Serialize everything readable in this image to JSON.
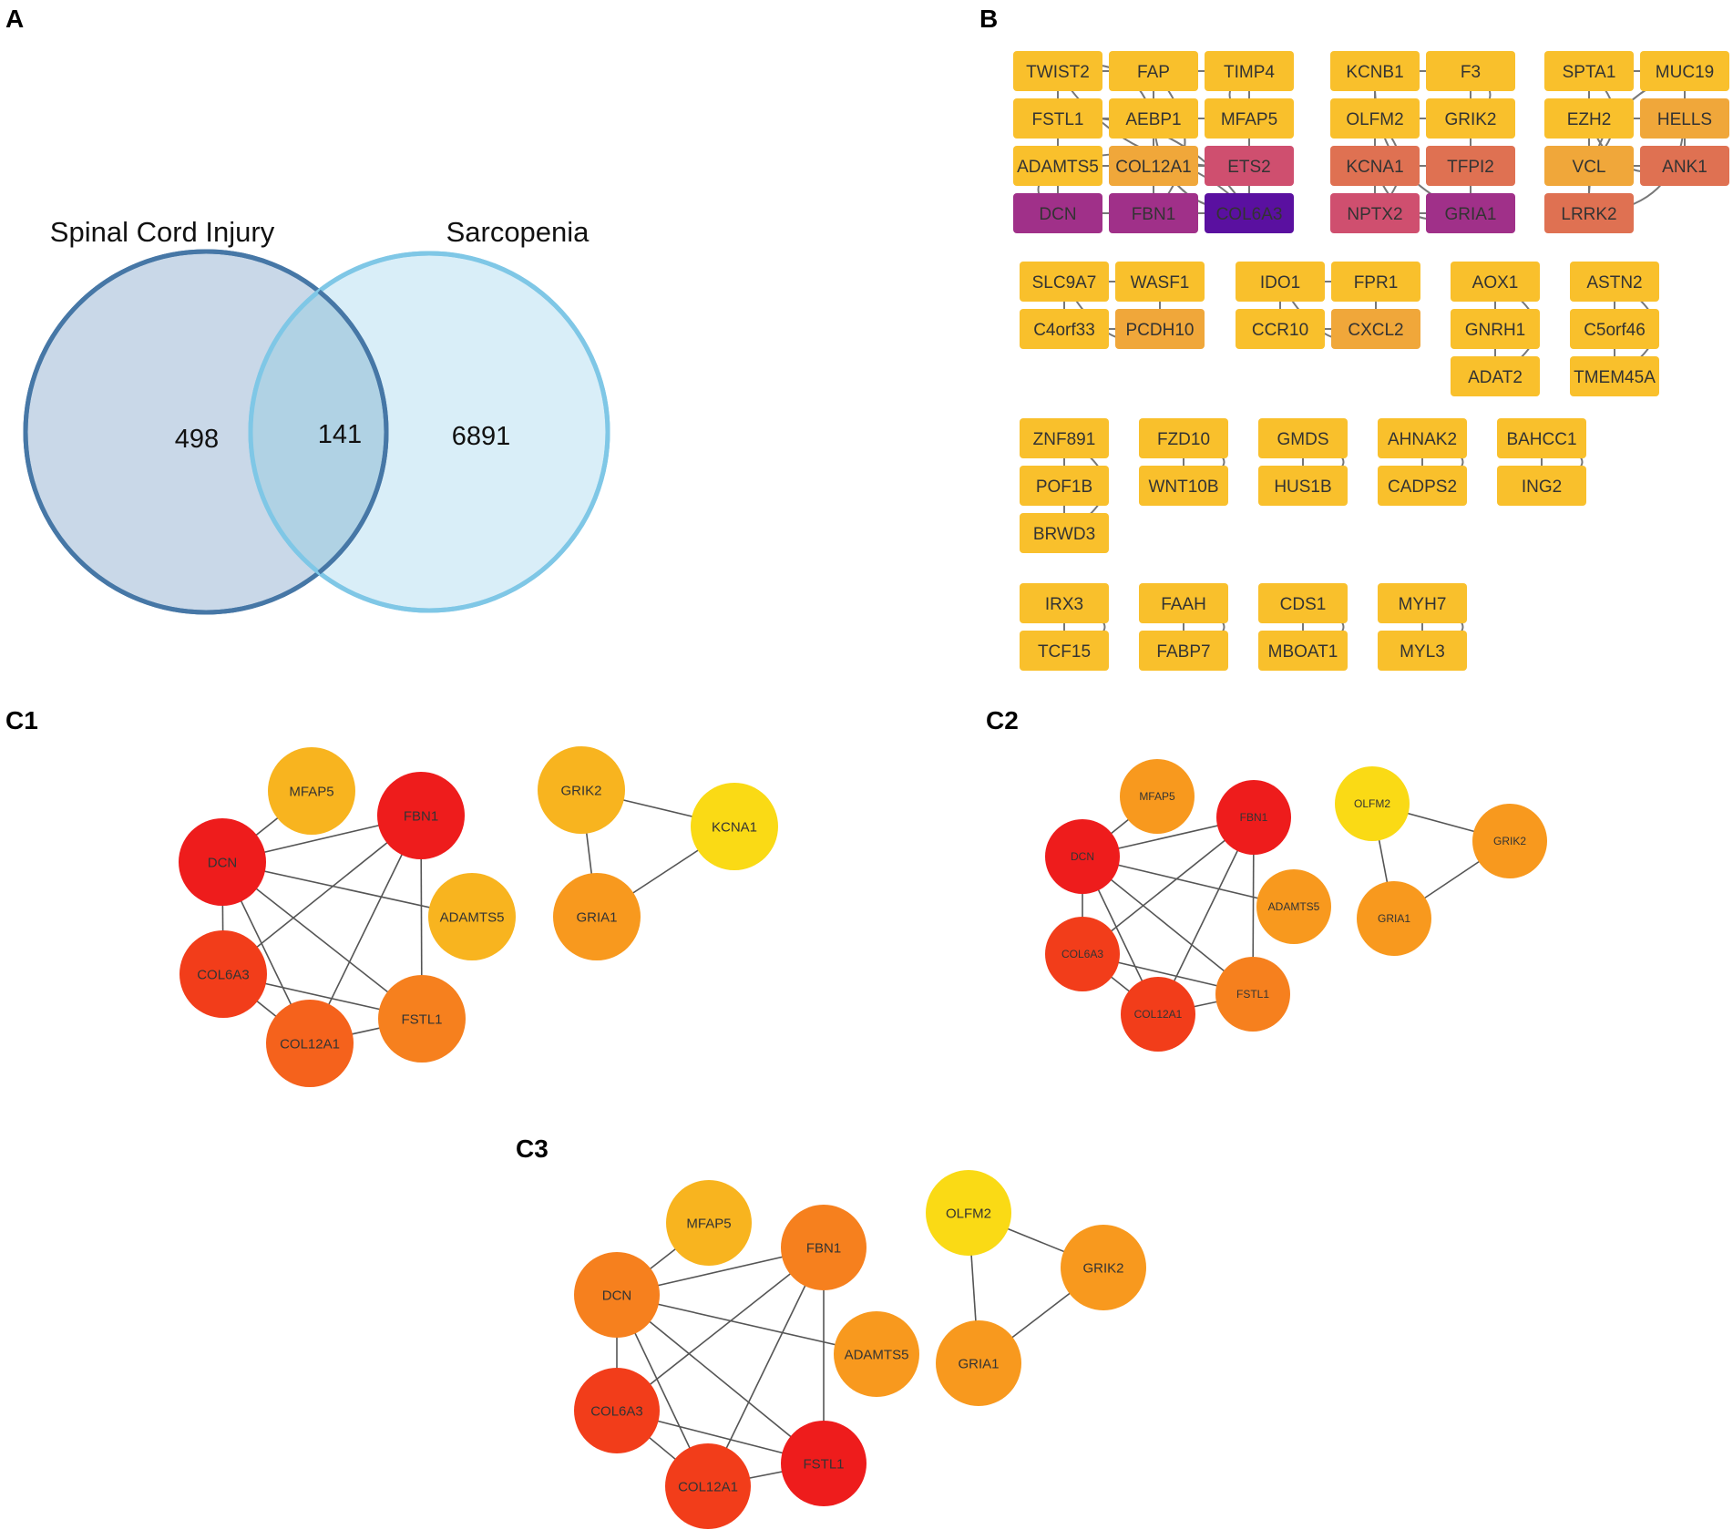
{
  "panels": {
    "A": "A",
    "B": "B",
    "C1": "C1",
    "C2": "C2",
    "C3": "C3"
  },
  "venn": {
    "left_label": "Spinal Cord Injury",
    "right_label": "Sarcopenia",
    "left_only": "498",
    "overlap": "141",
    "right_only": "6891",
    "colors": {
      "left_fill": "#c9d8e8",
      "left_stroke": "#4677a6",
      "right_fill": "#d9eef8",
      "right_stroke": "#7fc7e6",
      "overlap_fill": "#b0d2e4"
    }
  },
  "palette": {
    "gold": "#f9c02c",
    "amber": "#f0a73a",
    "coral": "#df7152",
    "rose": "#cf4f6f",
    "magenta": "#a03089",
    "indigo": "#5a10a0",
    "circle_red": "#ee1c1c",
    "circle_orangered": "#f23d1a",
    "circle_darkorange": "#f5621c",
    "circle_orange": "#f6801e",
    "circle_lightorange": "#f8991e",
    "circle_amber": "#f8b41f",
    "circle_yellow": "#fada15"
  },
  "modules": [
    {
      "nodes": [
        {
          "label": "TWIST2",
          "color": "gold"
        },
        {
          "label": "FAP",
          "color": "gold"
        },
        {
          "label": "TIMP4",
          "color": "gold"
        },
        {
          "label": "FSTL1",
          "color": "gold"
        },
        {
          "label": "AEBP1",
          "color": "gold"
        },
        {
          "label": "MFAP5",
          "color": "gold"
        },
        {
          "label": "ADAMTS5",
          "color": "gold"
        },
        {
          "label": "COL12A1",
          "color": "amber"
        },
        {
          "label": "ETS2",
          "color": "rose"
        },
        {
          "label": "DCN",
          "color": "magenta"
        },
        {
          "label": "FBN1",
          "color": "magenta"
        },
        {
          "label": "COL6A3",
          "color": "indigo"
        }
      ]
    },
    {
      "nodes": [
        {
          "label": "KCNB1",
          "color": "gold"
        },
        {
          "label": "F3",
          "color": "gold"
        },
        {
          "label": "OLFM2",
          "color": "gold"
        },
        {
          "label": "GRIK2",
          "color": "gold"
        },
        {
          "label": "KCNA1",
          "color": "coral"
        },
        {
          "label": "TFPI2",
          "color": "coral"
        },
        {
          "label": "NPTX2",
          "color": "rose"
        },
        {
          "label": "GRIA1",
          "color": "magenta"
        }
      ]
    },
    {
      "nodes": [
        {
          "label": "SPTA1",
          "color": "gold"
        },
        {
          "label": "MUC19",
          "color": "gold"
        },
        {
          "label": "EZH2",
          "color": "gold"
        },
        {
          "label": "HELLS",
          "color": "amber"
        },
        {
          "label": "VCL",
          "color": "amber"
        },
        {
          "label": "ANK1",
          "color": "coral"
        },
        {
          "label": "LRRK2",
          "color": "coral"
        }
      ]
    },
    {
      "nodes": [
        {
          "label": "SLC9A7",
          "color": "gold"
        },
        {
          "label": "WASF1",
          "color": "gold"
        },
        {
          "label": "C4orf33",
          "color": "gold"
        },
        {
          "label": "PCDH10",
          "color": "amber"
        }
      ]
    },
    {
      "nodes": [
        {
          "label": "IDO1",
          "color": "gold"
        },
        {
          "label": "FPR1",
          "color": "gold"
        },
        {
          "label": "CCR10",
          "color": "gold"
        },
        {
          "label": "CXCL2",
          "color": "amber"
        }
      ]
    },
    {
      "nodes": [
        {
          "label": "AOX1",
          "color": "gold"
        },
        {
          "label": "GNRH1",
          "color": "gold"
        },
        {
          "label": "ADAT2",
          "color": "gold"
        }
      ]
    },
    {
      "nodes": [
        {
          "label": "ASTN2",
          "color": "gold"
        },
        {
          "label": "C5orf46",
          "color": "gold"
        },
        {
          "label": "TMEM45A",
          "color": "gold"
        }
      ]
    },
    {
      "nodes": [
        {
          "label": "ZNF891",
          "color": "gold"
        },
        {
          "label": "POF1B",
          "color": "gold"
        },
        {
          "label": "BRWD3",
          "color": "gold"
        }
      ]
    },
    {
      "nodes": [
        {
          "label": "FZD10",
          "color": "gold"
        },
        {
          "label": "WNT10B",
          "color": "gold"
        }
      ]
    },
    {
      "nodes": [
        {
          "label": "GMDS",
          "color": "gold"
        },
        {
          "label": "HUS1B",
          "color": "gold"
        }
      ]
    },
    {
      "nodes": [
        {
          "label": "AHNAK2",
          "color": "gold"
        },
        {
          "label": "CADPS2",
          "color": "gold"
        }
      ]
    },
    {
      "nodes": [
        {
          "label": "BAHCC1",
          "color": "gold"
        },
        {
          "label": "ING2",
          "color": "gold"
        }
      ]
    },
    {
      "nodes": [
        {
          "label": "IRX3",
          "color": "gold"
        },
        {
          "label": "TCF15",
          "color": "gold"
        }
      ]
    },
    {
      "nodes": [
        {
          "label": "FAAH",
          "color": "gold"
        },
        {
          "label": "FABP7",
          "color": "gold"
        }
      ]
    },
    {
      "nodes": [
        {
          "label": "CDS1",
          "color": "gold"
        },
        {
          "label": "MBOAT1",
          "color": "gold"
        }
      ]
    },
    {
      "nodes": [
        {
          "label": "MYH7",
          "color": "gold"
        },
        {
          "label": "MYL3",
          "color": "gold"
        }
      ]
    }
  ],
  "hub_networks": [
    {
      "panel": "C1",
      "nodes": [
        {
          "label": "MFAP5",
          "color": "circle_amber"
        },
        {
          "label": "FBN1",
          "color": "circle_red"
        },
        {
          "label": "DCN",
          "color": "circle_red"
        },
        {
          "label": "ADAMTS5",
          "color": "circle_amber"
        },
        {
          "label": "COL6A3",
          "color": "circle_orangered"
        },
        {
          "label": "FSTL1",
          "color": "circle_orange"
        },
        {
          "label": "COL12A1",
          "color": "circle_darkorange"
        },
        {
          "label": "GRIK2",
          "color": "circle_amber"
        },
        {
          "label": "KCNA1",
          "color": "circle_yellow"
        },
        {
          "label": "GRIA1",
          "color": "circle_lightorange"
        }
      ]
    },
    {
      "panel": "C2",
      "nodes": [
        {
          "label": "MFAP5",
          "color": "circle_lightorange"
        },
        {
          "label": "FBN1",
          "color": "circle_red"
        },
        {
          "label": "DCN",
          "color": "circle_red"
        },
        {
          "label": "ADAMTS5",
          "color": "circle_lightorange"
        },
        {
          "label": "COL6A3",
          "color": "circle_orangered"
        },
        {
          "label": "FSTL1",
          "color": "circle_orange"
        },
        {
          "label": "COL12A1",
          "color": "circle_orangered"
        },
        {
          "label": "OLFM2",
          "color": "circle_yellow"
        },
        {
          "label": "GRIK2",
          "color": "circle_lightorange"
        },
        {
          "label": "GRIA1",
          "color": "circle_lightorange"
        }
      ]
    },
    {
      "panel": "C3",
      "nodes": [
        {
          "label": "MFAP5",
          "color": "circle_amber"
        },
        {
          "label": "FBN1",
          "color": "circle_orange"
        },
        {
          "label": "DCN",
          "color": "circle_orange"
        },
        {
          "label": "ADAMTS5",
          "color": "circle_lightorange"
        },
        {
          "label": "COL6A3",
          "color": "circle_orangered"
        },
        {
          "label": "FSTL1",
          "color": "circle_red"
        },
        {
          "label": "COL12A1",
          "color": "circle_orangered"
        },
        {
          "label": "OLFM2",
          "color": "circle_yellow"
        },
        {
          "label": "GRIK2",
          "color": "circle_lightorange"
        },
        {
          "label": "GRIA1",
          "color": "circle_lightorange"
        }
      ]
    }
  ]
}
